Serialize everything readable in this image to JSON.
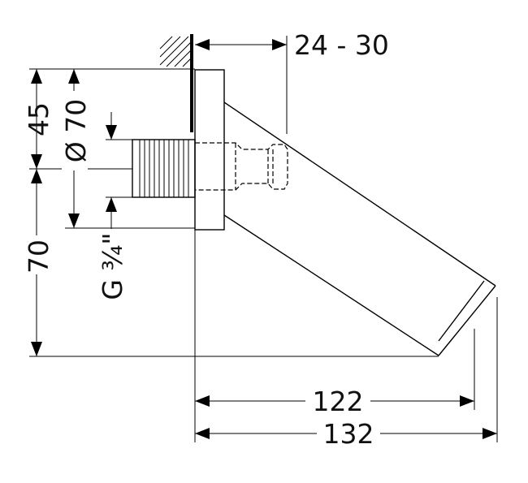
{
  "dimensions": {
    "wall_offset": "24 - 30",
    "height_top": "45",
    "flange_diameter": "Ø 70",
    "height_bottom": "70",
    "thread": "G ¾\"",
    "length_inner": "122",
    "length_outer": "132"
  }
}
